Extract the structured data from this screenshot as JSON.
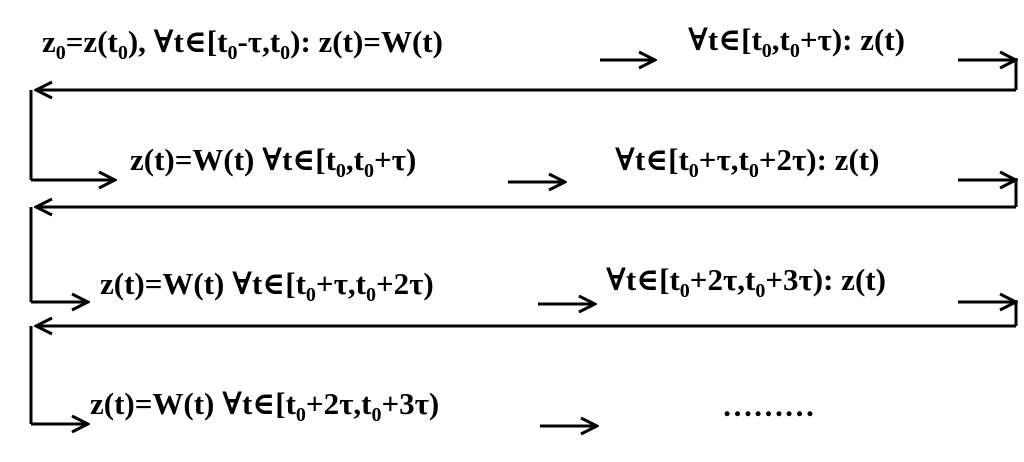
{
  "row1": {
    "left": [
      "z",
      "0",
      "=z(t",
      "0",
      "),  ∀t∈[t",
      "0",
      "-τ,t",
      "0",
      "): z(t)=W(t)"
    ],
    "right": [
      "∀t∈[t",
      "0",
      ",t",
      "0",
      "+τ): z(t)"
    ]
  },
  "row2": {
    "left": [
      "z(t)=W(t)  ∀t∈[t",
      "0",
      ",t",
      "0",
      "+τ)"
    ],
    "right": [
      "∀t∈[t",
      "0",
      "+τ,t",
      "0",
      "+2τ): z(t)"
    ]
  },
  "row3": {
    "left": [
      "z(t)=W(t)  ∀t∈[t",
      "0",
      "+τ,t",
      "0",
      "+2τ)"
    ],
    "right": [
      "∀t∈[t",
      "0",
      "+2τ,t",
      "0",
      "+3τ): z(t)"
    ]
  },
  "row4": {
    "left": [
      "z(t)=W(t)  ∀t∈[t",
      "0",
      "+2τ,t",
      "0",
      "+3τ)"
    ],
    "right": [
      "………"
    ]
  },
  "colors": {
    "ink": "#000000",
    "background": "#ffffff"
  }
}
